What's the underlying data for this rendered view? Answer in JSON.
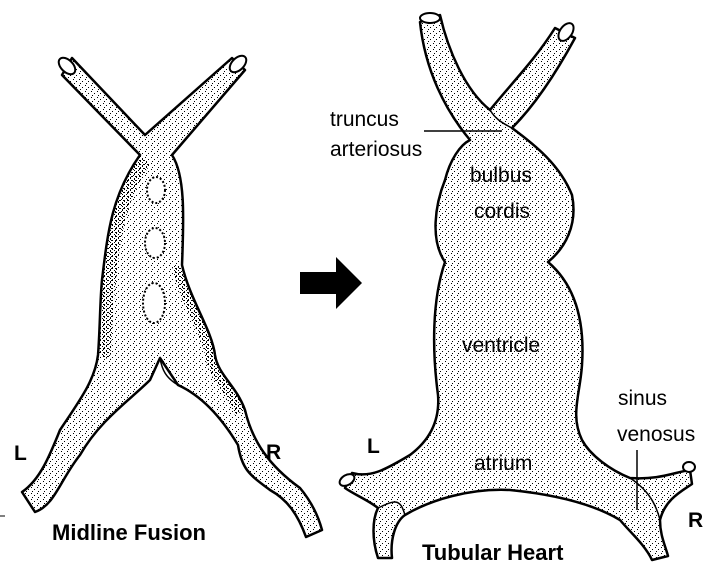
{
  "left_figure": {
    "caption": "Midline Fusion",
    "side_left": "L",
    "side_right": "R"
  },
  "right_figure": {
    "caption": "Tubular Heart",
    "side_left": "L",
    "side_right": "R",
    "labels": {
      "truncus_line1": "truncus",
      "truncus_line2": "arteriosus",
      "bulbus_line1": "bulbus",
      "bulbus_line2": "cordis",
      "ventricle": "ventricle",
      "atrium": "atrium",
      "sinus_line1": "sinus",
      "sinus_line2": "venosus"
    }
  },
  "colors": {
    "outline": "#000000",
    "stipple": "#000000",
    "background": "#ffffff"
  },
  "arrow": "right-arrow"
}
